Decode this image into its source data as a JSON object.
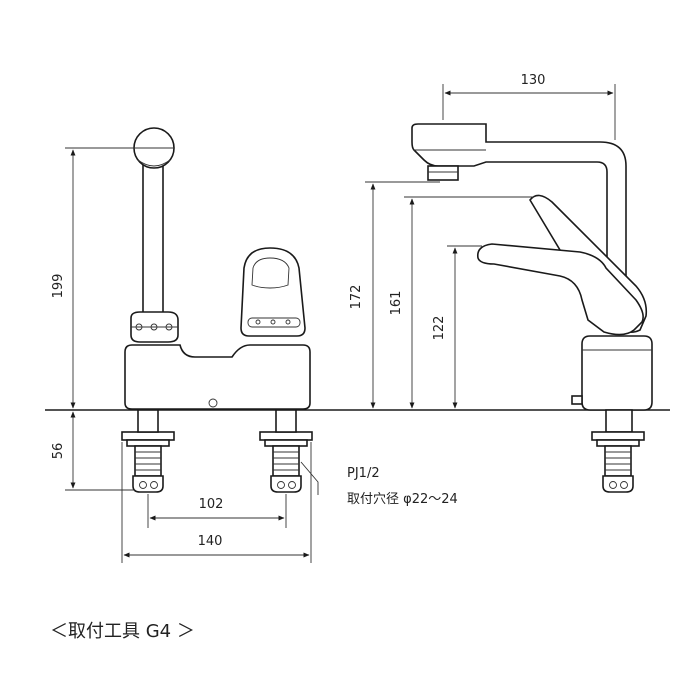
{
  "dimensions": {
    "total_height": "199",
    "below_counter": "56",
    "spout_reach": "130",
    "spout_height": "172",
    "handle_height": "161",
    "body_height": "122",
    "hole_spacing": "102",
    "overall_width": "140"
  },
  "notes": {
    "pipe_thread": "PJ1/2",
    "mounting_hole": "取付穴径 φ22～24"
  },
  "caption": "＜取付工具 G4 ＞"
}
